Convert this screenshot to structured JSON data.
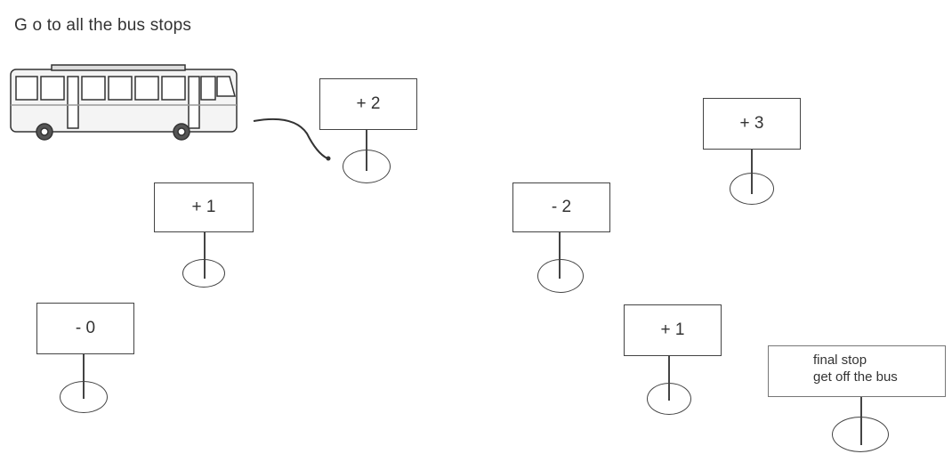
{
  "title": "G o to all the bus stops",
  "stops": [
    {
      "label": "+ 2"
    },
    {
      "label": "+ 3"
    },
    {
      "label": "+ 1"
    },
    {
      "label": "- 2"
    },
    {
      "label": "- 0"
    },
    {
      "label": "+ 1"
    }
  ],
  "final_stop": {
    "line1": "final stop",
    "line2": "get off the bus"
  },
  "icons": {
    "bus": "bus-icon"
  }
}
